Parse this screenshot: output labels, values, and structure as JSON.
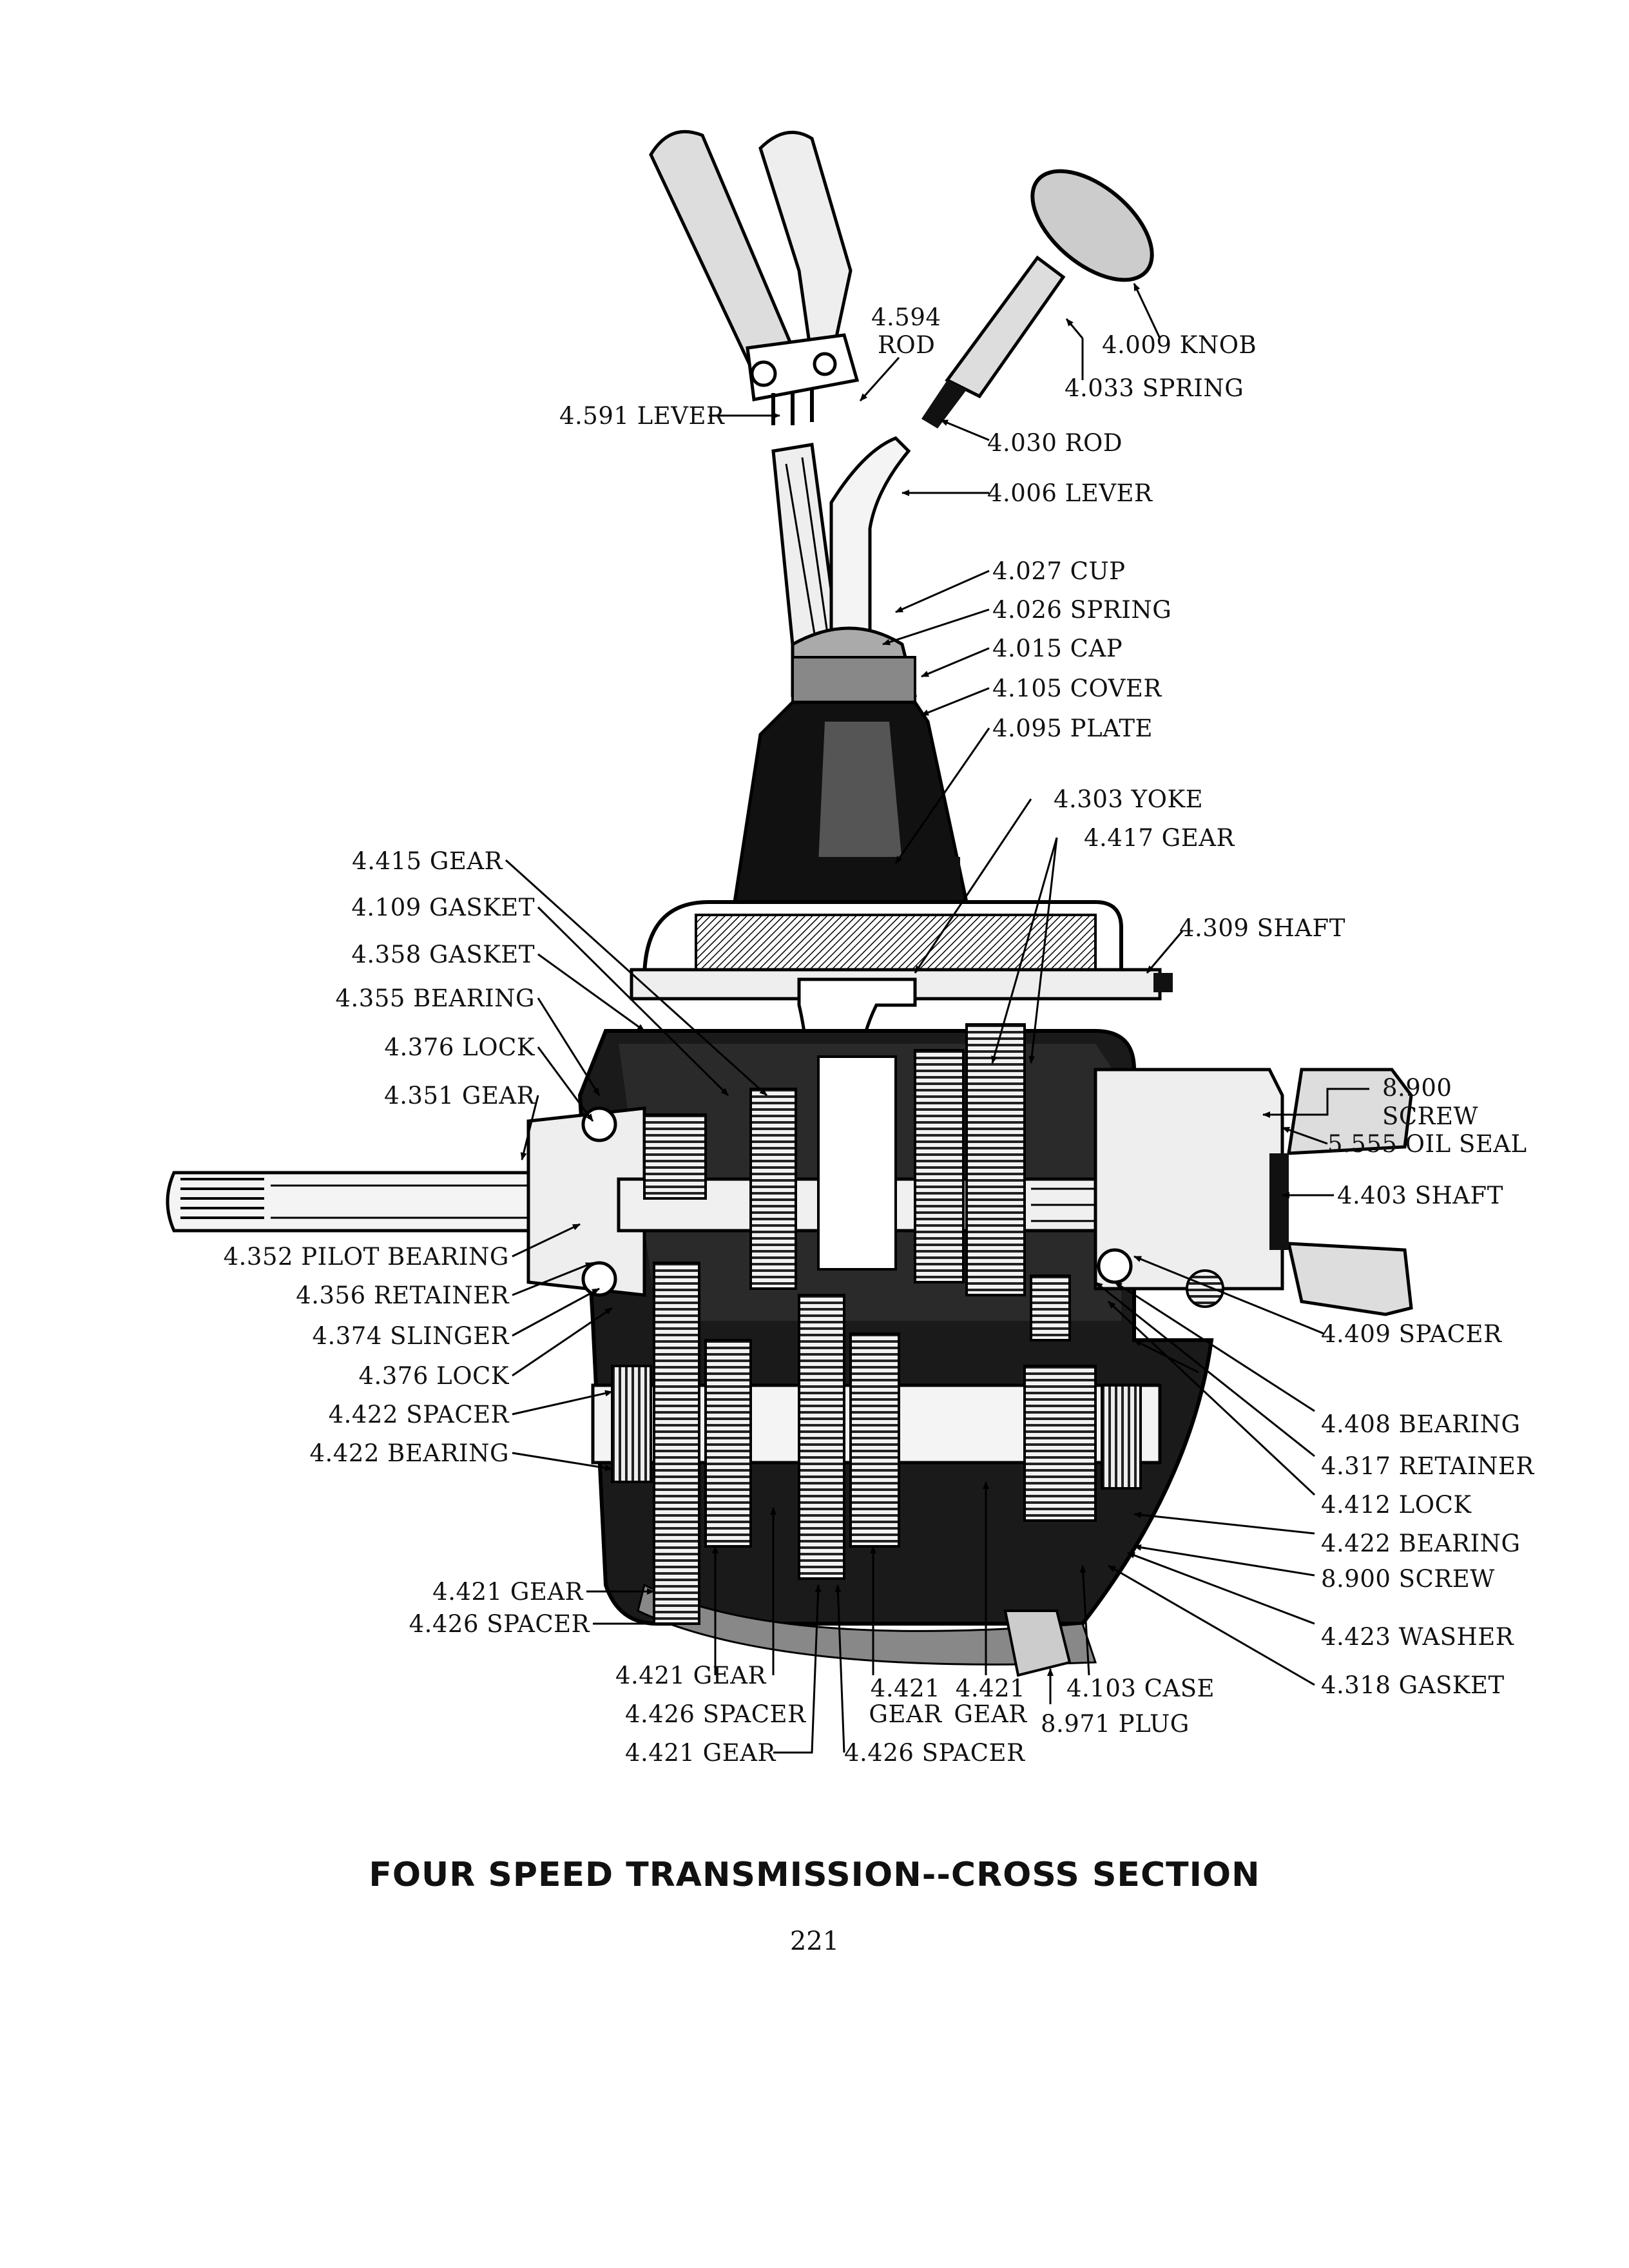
{
  "labels": {
    "l4594": "4.594",
    "l4594b": "ROD",
    "l4009": "4.009 KNOB",
    "l4033": "4.033 SPRING",
    "l4591": "4.591 LEVER",
    "l4030": "4.030 ROD",
    "l4006": "4.006 LEVER",
    "l4027": "4.027 CUP",
    "l4026": "4.026 SPRING",
    "l4015": "4.015 CAP",
    "l4105": "4.105 COVER",
    "l4095": "4.095 PLATE",
    "l4303": "4.303 YOKE",
    "l4417": "4.417 GEAR",
    "l4415": "4.415 GEAR",
    "l4109": "4.109 GASKET",
    "l4358": "4.358 GASKET",
    "l4355": "4.355 BEARING",
    "l4376a": "4.376 LOCK",
    "l4351": "4.351 GEAR",
    "l4309": "4.309 SHAFT",
    "l8900a": "8.900",
    "l8900b": "SCREW",
    "l5555": "5.555 OIL SEAL",
    "l4403": "4.403 SHAFT",
    "l4352": "4.352 PILOT BEARING",
    "l4356": "4.356 RETAINER",
    "l4374": "4.374 SLINGER",
    "l4376b": "4.376 LOCK",
    "l4422s": "4.422 SPACER",
    "l4422b": "4.422 BEARING",
    "l4409": "4.409 SPACER",
    "l4408": "4.408 BEARING",
    "l4317": "4.317 RETAINER",
    "l4412": "4.412 LOCK",
    "l4422b2": "4.422 BEARING",
    "l8900c": "8.900 SCREW",
    "l4423": "4.423 WASHER",
    "l4318": "4.318 GASKET",
    "l4421a": "4.421 GEAR",
    "l4426a": "4.426 SPACER",
    "l4421b": "4.421 GEAR",
    "l4426b": "4.426 SPACER",
    "l4421c": "4.421 GEAR",
    "l4421d1": "4.421",
    "l4421d2": "GEAR",
    "l4421e1": "4.421",
    "l4421e2": "GEAR",
    "l4426c": "4.426 SPACER",
    "l4103": "4.103 CASE",
    "l8971": "8.971 PLUG"
  },
  "caption": "FOUR SPEED TRANSMISSION--CROSS SECTION",
  "page_number": "221"
}
